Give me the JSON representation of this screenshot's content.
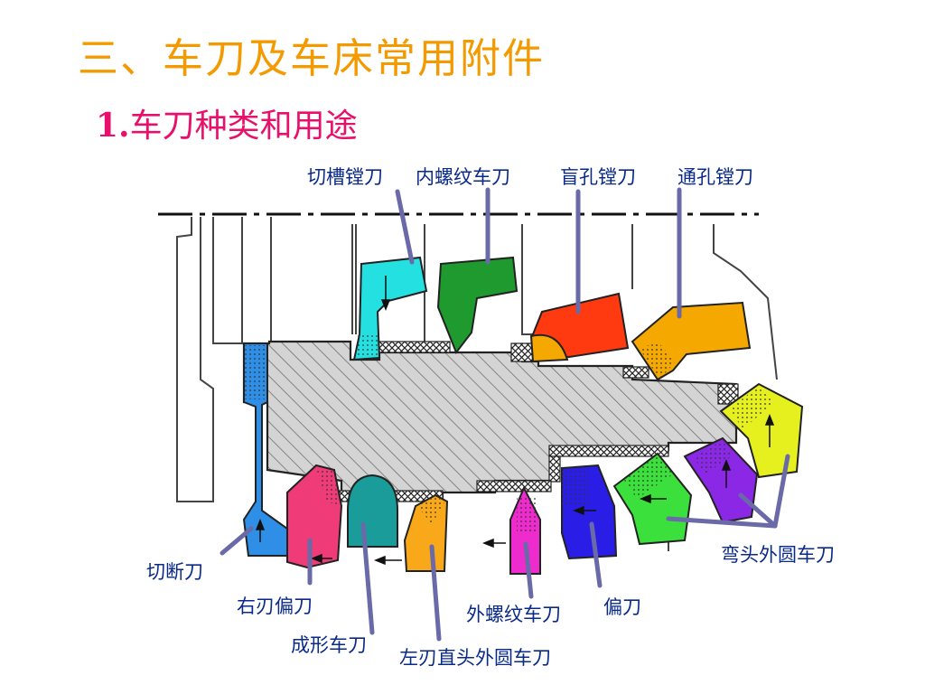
{
  "page": {
    "title": "三、车刀及车床常用附件",
    "subtitle_num": "1.",
    "subtitle_text": "车刀种类和用途"
  },
  "labels": {
    "grooving_boring": "切槽镗刀",
    "internal_thread": "内螺纹车刀",
    "blind_hole_boring": "盲孔镗刀",
    "through_hole_boring": "通孔镗刀",
    "parting": "切断刀",
    "right_offset": "右刃偏刀",
    "forming": "成形车刀",
    "left_straight_od": "左刃直头外圆车刀",
    "external_thread": "外螺纹车刀",
    "offset": "偏刀",
    "bent_od": "弯头外圆车刀"
  },
  "colors": {
    "title": "#f39a00",
    "subtitle": "#e8106a",
    "label_text": "#0a2a8a",
    "leader_line": "#6a6aa8",
    "tool_cyan": "#25e0e0",
    "tool_green_dark": "#1e9a2e",
    "tool_red": "#ff3a10",
    "tool_orange": "#f5a800",
    "tool_blue": "#2f8fe6",
    "tool_pink": "#ef3b78",
    "tool_teal": "#1a9d9a",
    "tool_orange_light": "#f8a818",
    "tool_magenta": "#ee2ccd",
    "tool_indigo": "#2a1ee6",
    "tool_green_light": "#3ce03c",
    "tool_purple": "#8a28e6",
    "tool_yellow": "#e6f01e"
  }
}
